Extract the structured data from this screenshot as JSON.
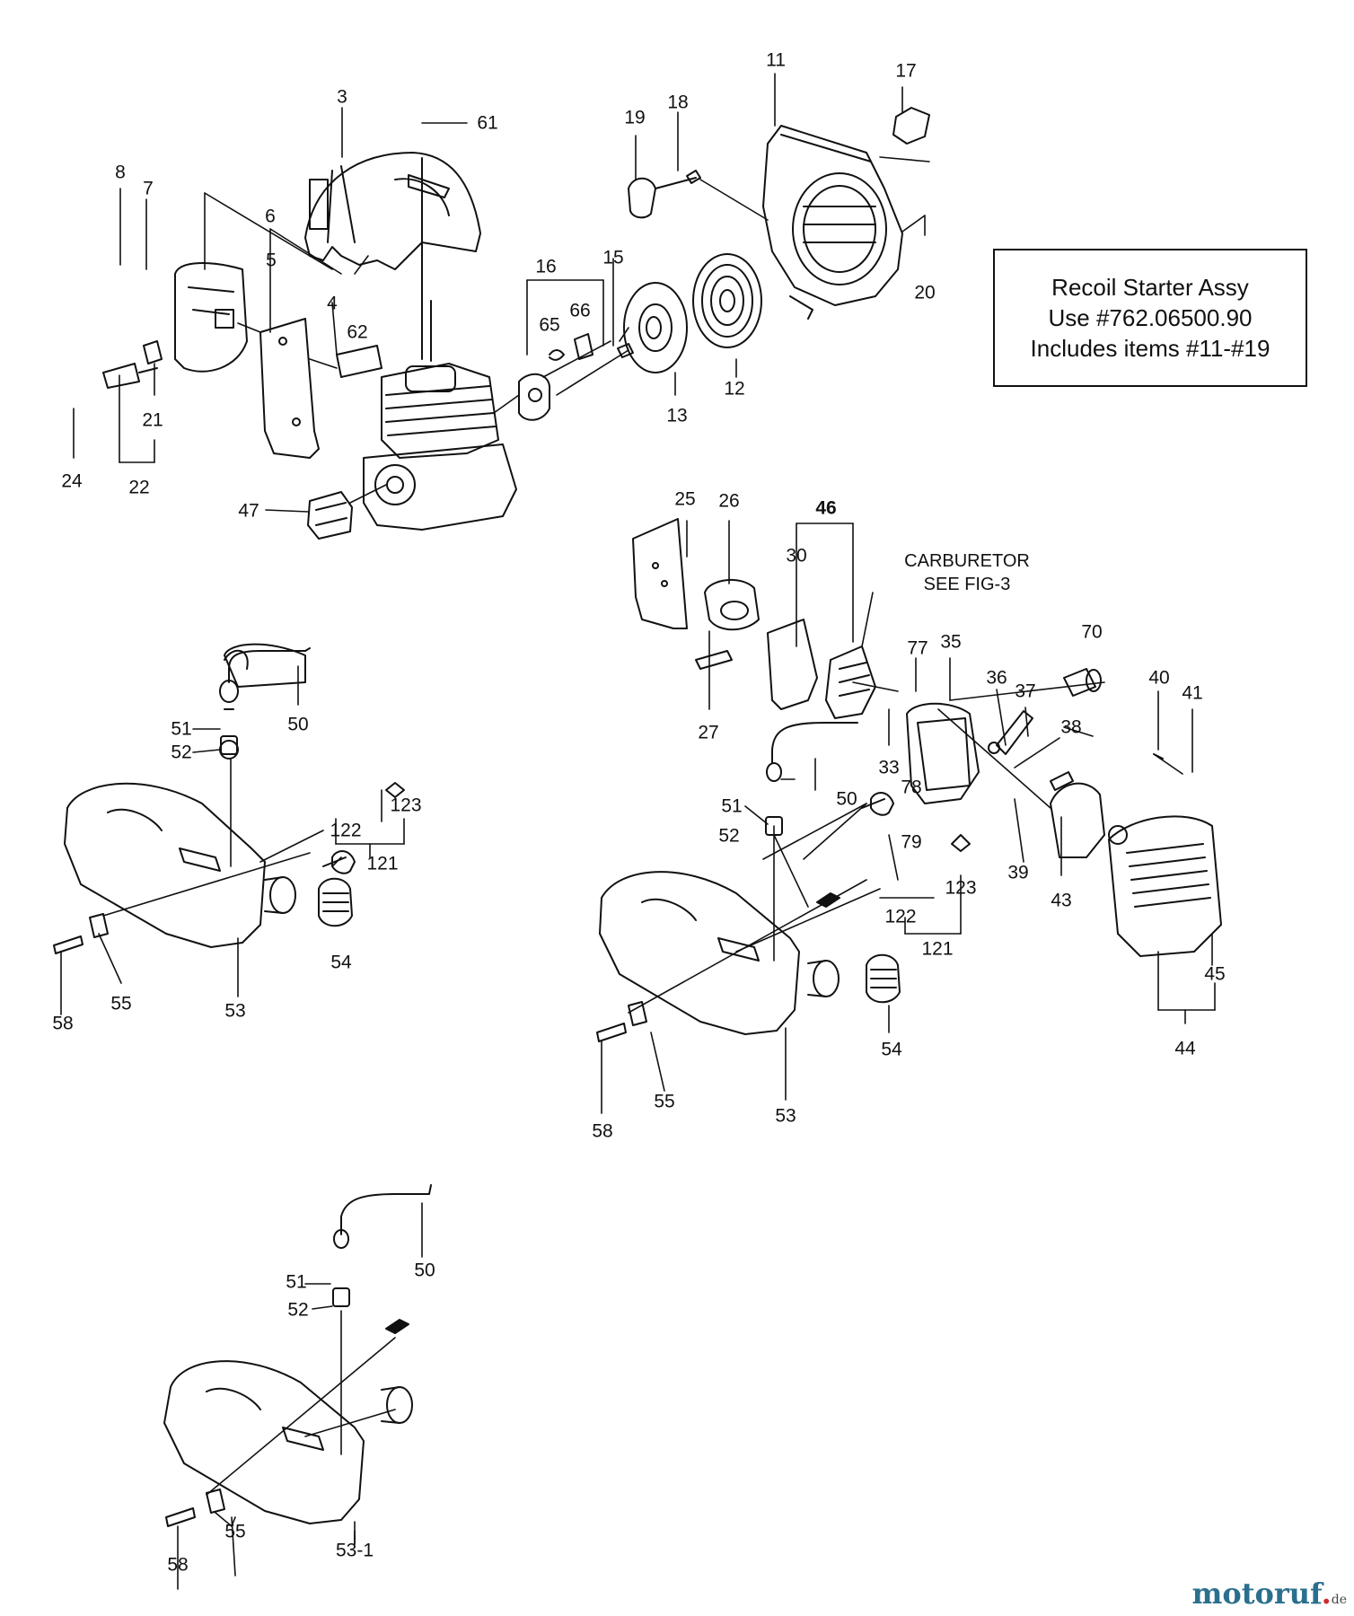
{
  "note": {
    "line1": "Recoil Starter Assy",
    "line2": "Use #762.06500.90",
    "line3": "Includes items #11-#19"
  },
  "carburetor": {
    "line1": "CARBURETOR",
    "line2": "SEE FIG-3"
  },
  "watermark": {
    "name": "motoruf",
    "dot": ".",
    "tld": "de"
  },
  "callouts": [
    {
      "id": "c3",
      "text": "3"
    },
    {
      "id": "c61",
      "text": "61"
    },
    {
      "id": "c8",
      "text": "8"
    },
    {
      "id": "c7",
      "text": "7"
    },
    {
      "id": "c6",
      "text": "6"
    },
    {
      "id": "c5",
      "text": "5"
    },
    {
      "id": "c4",
      "text": "4"
    },
    {
      "id": "c62",
      "text": "62"
    },
    {
      "id": "c21",
      "text": "21"
    },
    {
      "id": "c24",
      "text": "24"
    },
    {
      "id": "c22",
      "text": "22"
    },
    {
      "id": "c47",
      "text": "47"
    },
    {
      "id": "c11",
      "text": "11"
    },
    {
      "id": "c17",
      "text": "17"
    },
    {
      "id": "c19",
      "text": "19"
    },
    {
      "id": "c18",
      "text": "18"
    },
    {
      "id": "c16",
      "text": "16"
    },
    {
      "id": "c15",
      "text": "15"
    },
    {
      "id": "c65",
      "text": "65"
    },
    {
      "id": "c66",
      "text": "66"
    },
    {
      "id": "c13",
      "text": "13"
    },
    {
      "id": "c12",
      "text": "12"
    },
    {
      "id": "c20",
      "text": "20"
    },
    {
      "id": "c25",
      "text": "25"
    },
    {
      "id": "c26",
      "text": "26"
    },
    {
      "id": "c46",
      "text": "46"
    },
    {
      "id": "c30",
      "text": "30"
    },
    {
      "id": "c27",
      "text": "27"
    },
    {
      "id": "c77",
      "text": "77"
    },
    {
      "id": "c35",
      "text": "35"
    },
    {
      "id": "c70",
      "text": "70"
    },
    {
      "id": "c36",
      "text": "36"
    },
    {
      "id": "c37",
      "text": "37"
    },
    {
      "id": "c40",
      "text": "40"
    },
    {
      "id": "c41",
      "text": "41"
    },
    {
      "id": "c38",
      "text": "38"
    },
    {
      "id": "c33",
      "text": "33"
    },
    {
      "id": "c50b",
      "text": "50"
    },
    {
      "id": "c78",
      "text": "78"
    },
    {
      "id": "c79",
      "text": "79"
    },
    {
      "id": "c51b",
      "text": "51"
    },
    {
      "id": "c52b",
      "text": "52"
    },
    {
      "id": "c39",
      "text": "39"
    },
    {
      "id": "c43",
      "text": "43"
    },
    {
      "id": "c123b",
      "text": "123"
    },
    {
      "id": "c122b",
      "text": "122"
    },
    {
      "id": "c121b",
      "text": "121"
    },
    {
      "id": "c45",
      "text": "45"
    },
    {
      "id": "c44",
      "text": "44"
    },
    {
      "id": "c54b",
      "text": "54"
    },
    {
      "id": "c55b",
      "text": "55"
    },
    {
      "id": "c53b",
      "text": "53"
    },
    {
      "id": "c58b",
      "text": "58"
    },
    {
      "id": "c50a",
      "text": "50"
    },
    {
      "id": "c51a",
      "text": "51"
    },
    {
      "id": "c52a",
      "text": "52"
    },
    {
      "id": "c123a",
      "text": "123"
    },
    {
      "id": "c122a",
      "text": "122"
    },
    {
      "id": "c121a",
      "text": "121"
    },
    {
      "id": "c54a",
      "text": "54"
    },
    {
      "id": "c55a",
      "text": "55"
    },
    {
      "id": "c53a",
      "text": "53"
    },
    {
      "id": "c58a",
      "text": "58"
    },
    {
      "id": "c50c",
      "text": "50"
    },
    {
      "id": "c51c",
      "text": "51"
    },
    {
      "id": "c52c",
      "text": "52"
    },
    {
      "id": "c55c",
      "text": "55"
    },
    {
      "id": "c58c",
      "text": "58"
    },
    {
      "id": "c53-1",
      "text": "53-1"
    }
  ]
}
